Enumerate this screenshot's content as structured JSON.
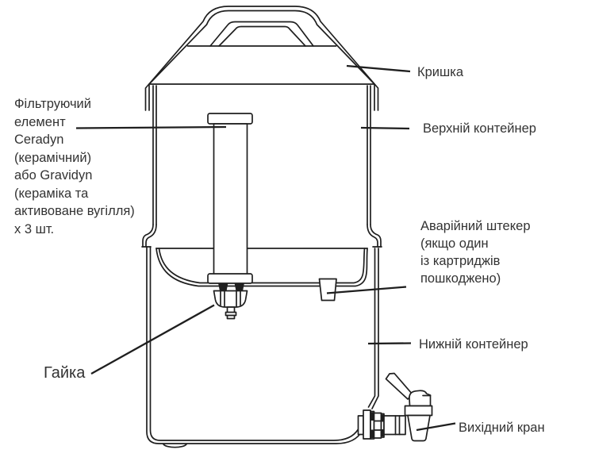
{
  "diagram": {
    "labels": {
      "lid": {
        "text": "Кришка"
      },
      "upper_container": {
        "text": "Верхній контейнер"
      },
      "filter_element": {
        "lines": [
          "Фільтруючий",
          "елемент",
          "Ceradyn",
          "(керамічний)",
          "або Gravidyn",
          "(кераміка та",
          "активоване вугілля)",
          "х 3 шт."
        ]
      },
      "emergency_plug": {
        "lines": [
          "Аварійний штекер",
          "(якщо один",
          "із картриджів",
          "пошкоджено)"
        ]
      },
      "lower_container": {
        "text": "Нижній контейнер"
      },
      "nut": {
        "text": "Гайка"
      },
      "outlet_tap": {
        "text": "Вихідний кран"
      }
    },
    "colors": {
      "line": "#1f1f1f",
      "text": "#333333",
      "background": "#ffffff"
    }
  }
}
